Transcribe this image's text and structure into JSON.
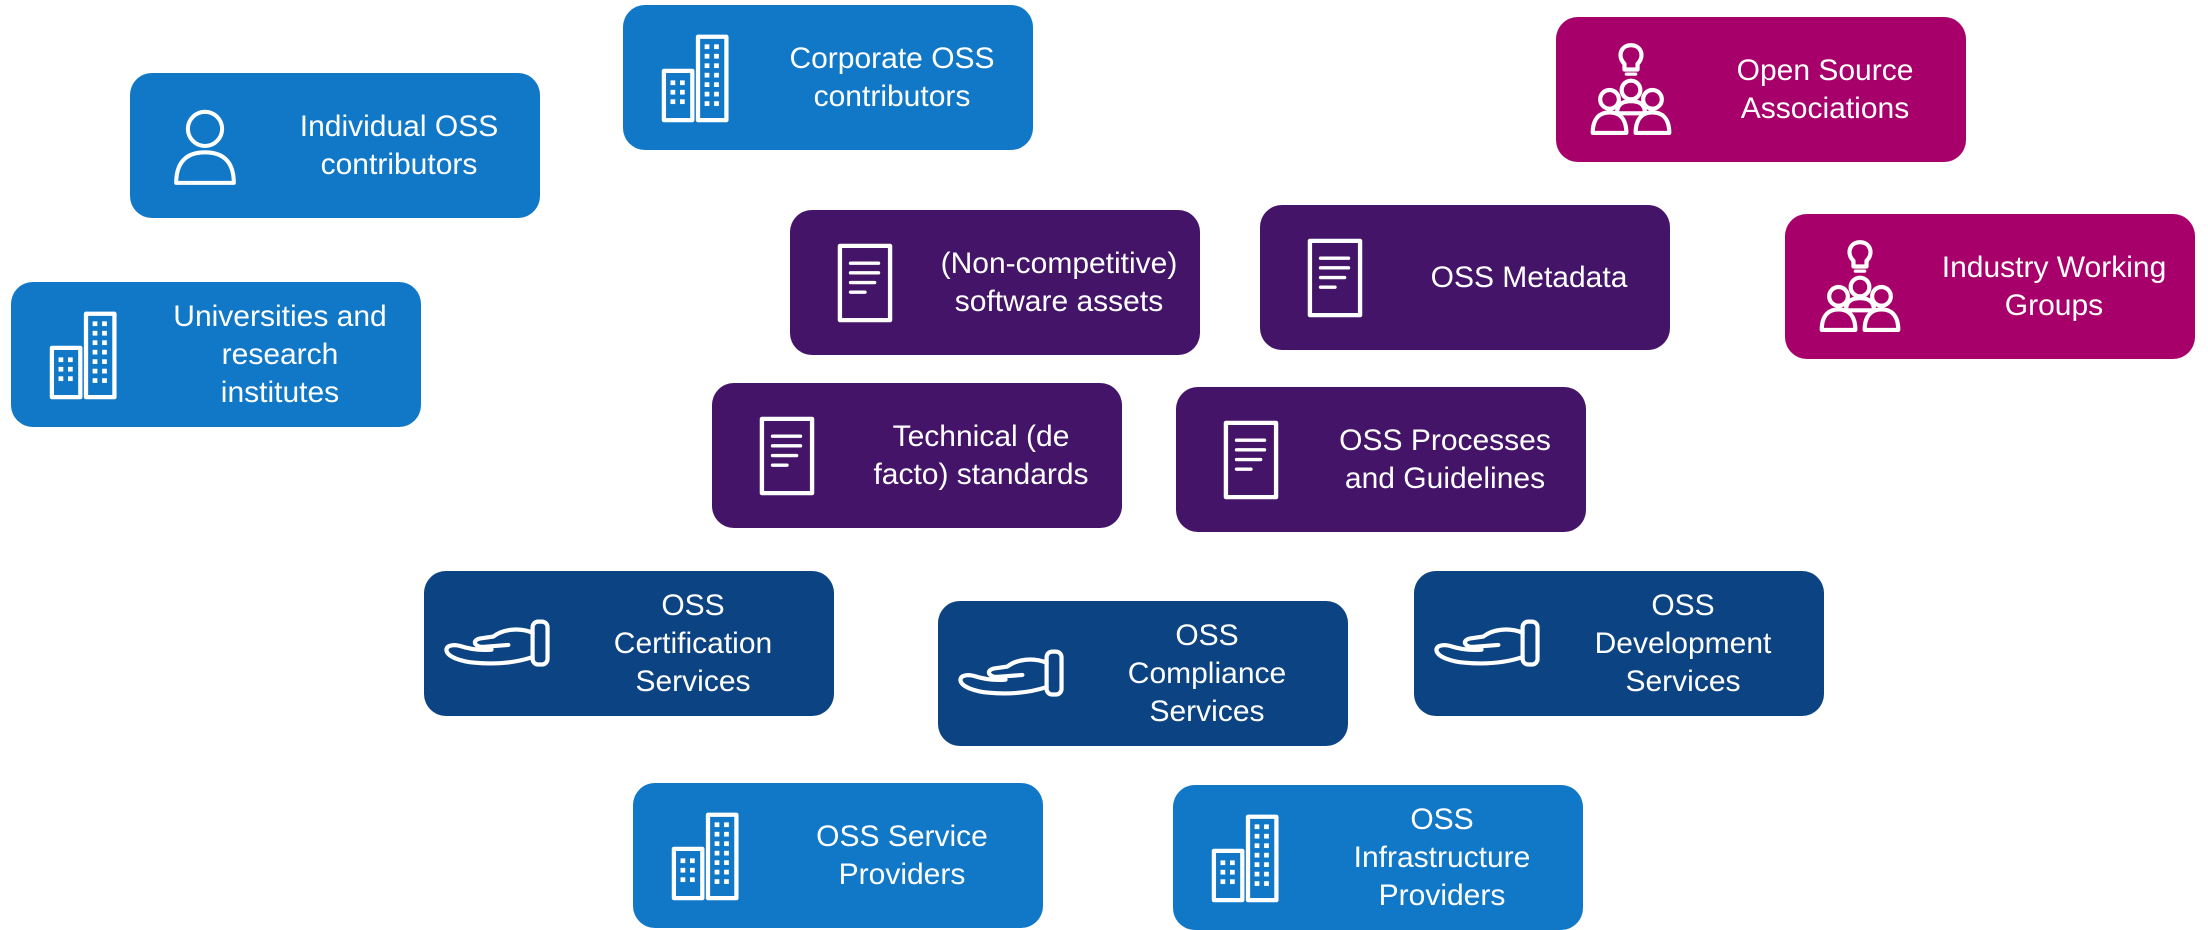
{
  "colors": {
    "blue": "#1178c8",
    "purple": "#441468",
    "magenta": "#a8006a",
    "navy": "#0c4382"
  },
  "cards": {
    "individual": {
      "label": "Individual OSS\ncontributors",
      "icon": "person-icon"
    },
    "corporate": {
      "label": "Corporate OSS\ncontributors",
      "icon": "building-icon"
    },
    "universities": {
      "label": "Universities and\nresearch institutes",
      "icon": "building-icon"
    },
    "associations": {
      "label": "Open Source\nAssociations",
      "icon": "group-idea-icon"
    },
    "working_groups": {
      "label": "Industry Working\nGroups",
      "icon": "group-idea-icon"
    },
    "software_assets": {
      "label": "(Non-competitive)\nsoftware assets",
      "icon": "document-icon"
    },
    "metadata": {
      "label": "OSS Metadata",
      "icon": "document-icon"
    },
    "standards": {
      "label": "Technical (de\nfacto) standards",
      "icon": "document-icon"
    },
    "processes": {
      "label": "OSS Processes\nand Guidelines",
      "icon": "document-icon"
    },
    "certification": {
      "label": "OSS\nCertification\nServices",
      "icon": "hand-icon"
    },
    "compliance": {
      "label": "OSS\nCompliance\nServices",
      "icon": "hand-icon"
    },
    "development": {
      "label": "OSS\nDevelopment\nServices",
      "icon": "hand-icon"
    },
    "service_providers": {
      "label": "OSS Service\nProviders",
      "icon": "building-icon"
    },
    "infrastructure": {
      "label": "OSS\nInfrastructure\nProviders",
      "icon": "building-icon"
    }
  }
}
